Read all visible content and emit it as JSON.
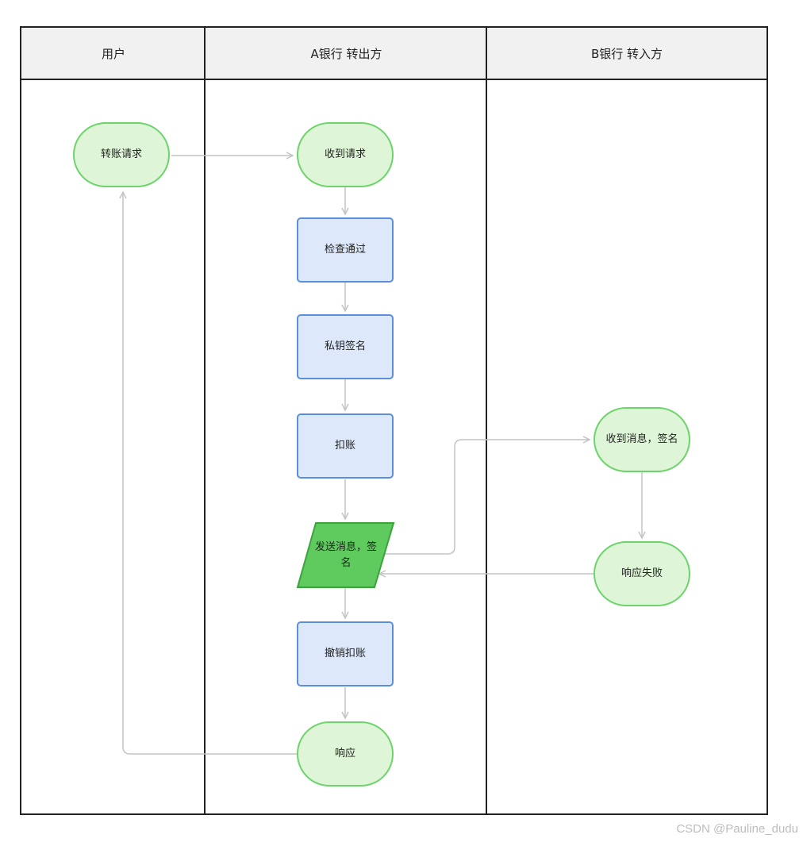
{
  "lanes": [
    {
      "title": "用户"
    },
    {
      "title": "A银行 转出方"
    },
    {
      "title": "B银行 转入方"
    }
  ],
  "nodes": {
    "transfer_request": "转账请求",
    "receive_request": "收到请求",
    "check_pass": "检查通过",
    "private_key_sign": "私钥签名",
    "deduct": "扣账",
    "send_message": "发送消息，签名",
    "revoke_deduct": "撤销扣账",
    "respond": "响应",
    "receive_message": "收到消息，签名",
    "respond_fail": "响应失败"
  },
  "colors": {
    "terminal_fill": "#dff5d7",
    "terminal_stroke": "#6cd46a",
    "process_fill": "#dde8fb",
    "process_stroke": "#5b8fdc",
    "io_fill": "#5fcb5f",
    "io_stroke": "#3aa33a",
    "connector": "#c4c4c4"
  },
  "watermark": "CSDN @Pauline_dudu"
}
